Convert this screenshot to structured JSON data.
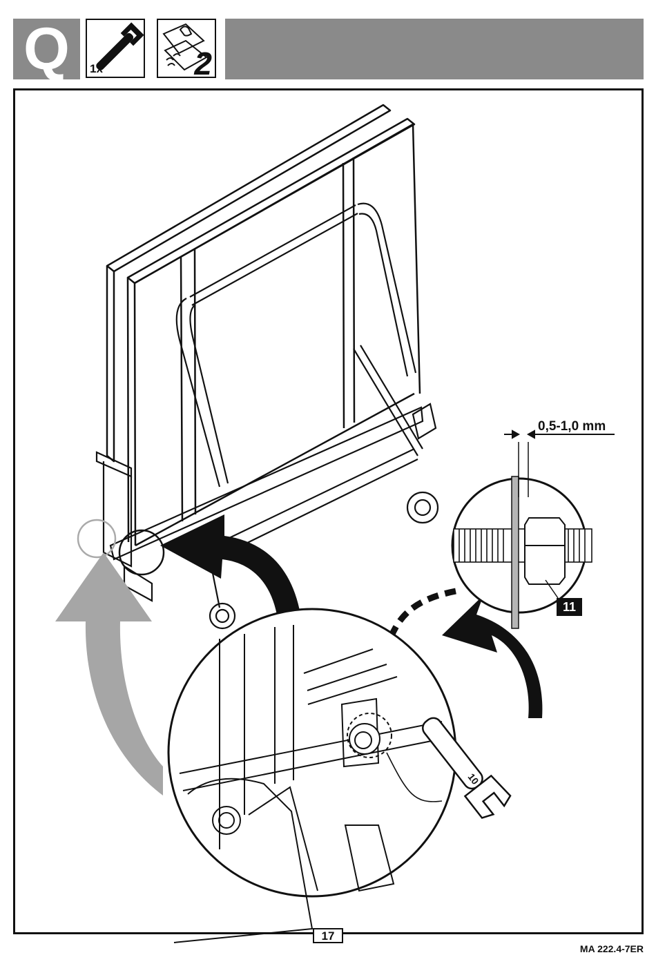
{
  "header": {
    "step_letter": "Q",
    "tool_quantity": "1x",
    "helpers_count": "2",
    "colors": {
      "header_gray": "#8a8a8a",
      "ink": "#111111"
    },
    "icons": [
      "wrench-icon",
      "two-person-helper-icon"
    ]
  },
  "illustration": {
    "gap_dimension": "0,5-1,0 mm",
    "part_number": "11",
    "icons": [
      "curved-arrow-icon",
      "dashed-arrow-icon",
      "open-end-wrench-icon",
      "hex-nut-icon"
    ]
  },
  "footer": {
    "page_number": "17",
    "document_code": "MA 222.4-7ER"
  }
}
